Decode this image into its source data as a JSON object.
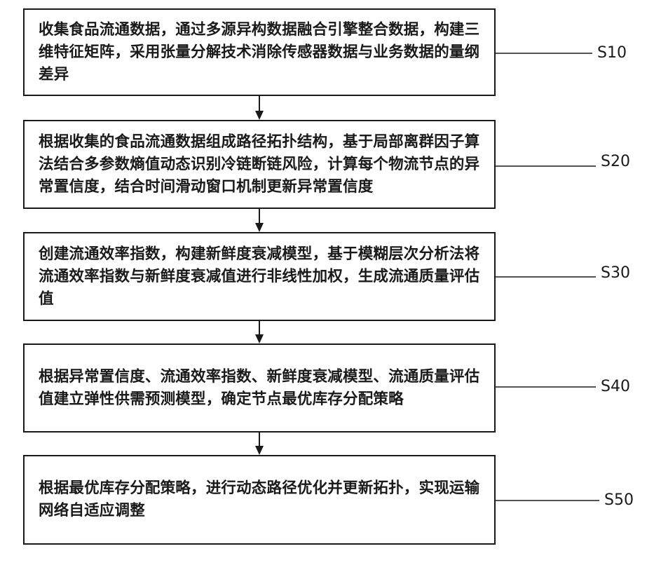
{
  "steps": [
    {
      "id": "S10",
      "label": "S10",
      "text": "收集食品流通数据，通过多源异构数据融合引擎整合数据，构建三维特征矩阵，采用张量分解技术消除传感器数据与业务数据的量纲差异"
    },
    {
      "id": "S20",
      "label": "S20",
      "text": "根据收集的食品流通数据组成路径拓扑结构，基于局部离群因子算法结合多参数熵值动态识别冷链断链风险，计算每个物流节点的异常置信度，结合时间滑动窗口机制更新异常置信度"
    },
    {
      "id": "S30",
      "label": "S30",
      "text": "创建流通效率指数，构建新鲜度衰减模型，基于模糊层次分析法将流通效率指数与新鲜度衰减值进行非线性加权，生成流通质量评估值"
    },
    {
      "id": "S40",
      "label": "S40",
      "text": "根据异常置信度、流通效率指数、新鲜度衰减模型、流通质量评估值建立弹性供需预测模型，确定节点最优库存分配策略"
    },
    {
      "id": "S50",
      "label": "S50",
      "text": "根据最优库存分配策略，进行动态路径优化并更新拓扑，实现运输网络自适应调整"
    }
  ]
}
